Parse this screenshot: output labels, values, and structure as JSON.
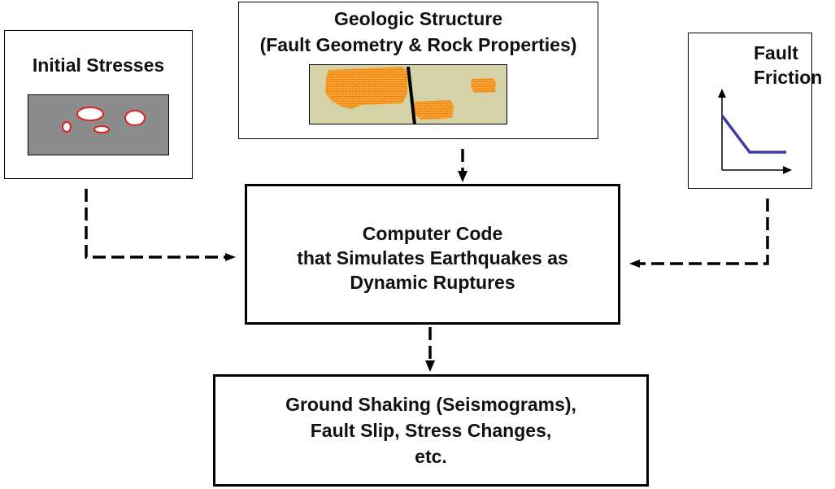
{
  "inputs": {
    "initial_stresses": {
      "title": "Initial Stresses"
    },
    "geologic_structure": {
      "title_line1": "Geologic Structure",
      "title_line2": "(Fault Geometry & Rock Properties)"
    },
    "fault_friction": {
      "title_line1": "Fault",
      "title_line2": "Friction"
    }
  },
  "simulator": {
    "line1": "Computer Code",
    "line2": "that Simulates Earthquakes as",
    "line3": "Dynamic Ruptures"
  },
  "output": {
    "line1": "Ground Shaking (Seismograms),",
    "line2": "Fault Slip, Stress Changes,",
    "line3": "etc."
  },
  "colors": {
    "stress_panel": "#8c8c8c",
    "stress_ellipse_outline": "#e02020",
    "geology_panel": "#d4d2a6",
    "rock_fill": "#f5a623",
    "rock_pattern": "#f27a2a",
    "friction_curve": "#3b3ba8",
    "arrow": "#000000"
  }
}
